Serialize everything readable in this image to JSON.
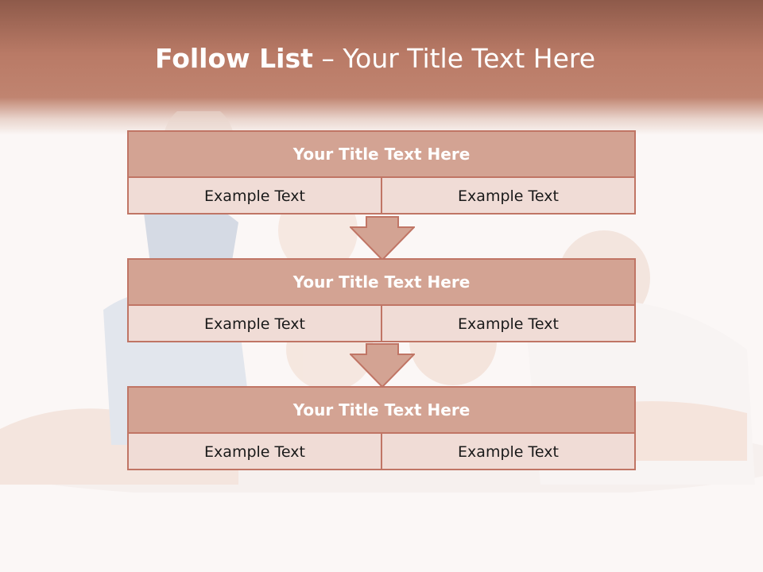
{
  "slide": {
    "title_bold": "Follow List",
    "title_rest": " – Your Title Text Here"
  },
  "steps": [
    {
      "title": "Your Title Text Here",
      "left_text": "Example Text",
      "right_text": "Example Text"
    },
    {
      "title": "Your Title Text Here",
      "left_text": "Example Text",
      "right_text": "Example Text"
    },
    {
      "title": "Your Title Text Here",
      "left_text": "Example Text",
      "right_text": "Example Text"
    }
  ],
  "colors": {
    "header": "#b97a66",
    "card_border": "#c07565",
    "card_title_fill": "#d3a393",
    "card_body_fill": "#f0dcd6",
    "arrow_fill": "#d3a393"
  },
  "icons": {
    "connector": "down-arrow-icon",
    "background": "family-photo"
  }
}
